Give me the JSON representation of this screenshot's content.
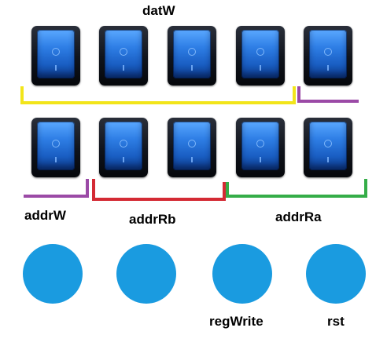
{
  "labels": {
    "datW": "datW",
    "addrW": "addrW",
    "addrRb": "addrRb",
    "addrRa": "addrRa",
    "regWrite": "regWrite",
    "rst": "rst"
  },
  "colors": {
    "switch_body": "#0f131b",
    "rocker_blue": "#2f7fe6",
    "led_blue": "#1a9be0",
    "bracket_datW": "#f2e51a",
    "bracket_addrW_top": "#9b4aa6",
    "bracket_addrW": "#9b4aa6",
    "bracket_addrRb": "#d42a34",
    "bracket_addrRa": "#35ad48"
  },
  "switches_row1": [
    {
      "id": "datW-4",
      "state": "off"
    },
    {
      "id": "datW-3",
      "state": "off"
    },
    {
      "id": "datW-2",
      "state": "off"
    },
    {
      "id": "datW-1",
      "state": "off"
    },
    {
      "id": "datW-0",
      "state": "off"
    }
  ],
  "switches_row2": [
    {
      "id": "addr-4",
      "state": "off"
    },
    {
      "id": "addr-3",
      "state": "off"
    },
    {
      "id": "addr-2",
      "state": "off"
    },
    {
      "id": "addr-1",
      "state": "off"
    },
    {
      "id": "addr-0",
      "state": "off"
    }
  ],
  "leds": [
    {
      "id": "led-0",
      "state": "on"
    },
    {
      "id": "led-1",
      "state": "on"
    },
    {
      "id": "led-regWrite",
      "state": "on"
    },
    {
      "id": "led-rst",
      "state": "on"
    }
  ]
}
